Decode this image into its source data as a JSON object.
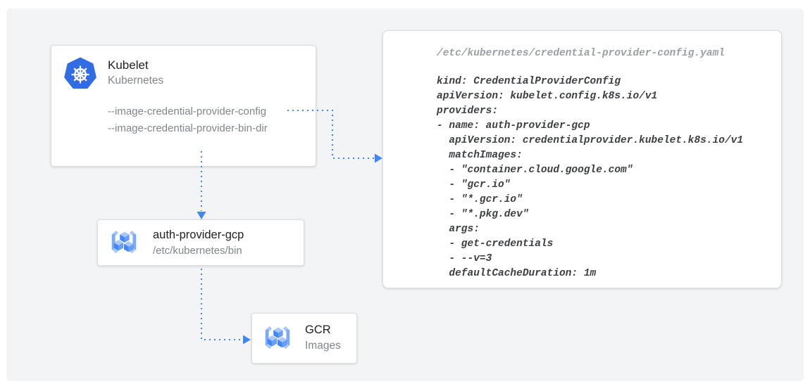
{
  "diagram": {
    "nodes": {
      "kubelet": {
        "icon": "kubernetes-logo-icon",
        "title": "Kubelet",
        "subtitle": "Kubernetes",
        "flags": [
          "--image-credential-provider-config",
          "--image-credential-provider-bin-dir"
        ]
      },
      "auth_provider_gcp": {
        "icon": "gcr-registry-icon",
        "title": "auth-provider-gcp",
        "subtitle": "/etc/kubernetes/bin"
      },
      "gcr": {
        "icon": "gcr-registry-icon",
        "title": "GCR",
        "subtitle": "Images"
      }
    },
    "config_file": {
      "path": "/etc/kubernetes/credential-provider-config.yaml",
      "code": "kind: CredentialProviderConfig\napiVersion: kubelet.config.k8s.io/v1\nproviders:\n- name: auth-provider-gcp\n  apiVersion: credentialprovider.kubelet.k8s.io/v1\n  matchImages:\n  - \"container.cloud.google.com\"\n  - \"gcr.io\"\n  - \"*.gcr.io\"\n  - \"*.pkg.dev\"\n  args:\n  - get-credentials\n  - --v=3\n  defaultCacheDuration: 1m"
    },
    "colors": {
      "arrow_blue": "#4285F4",
      "kubernetes_blue": "#326CE5",
      "canvas_background": "#F3F4F5"
    }
  }
}
